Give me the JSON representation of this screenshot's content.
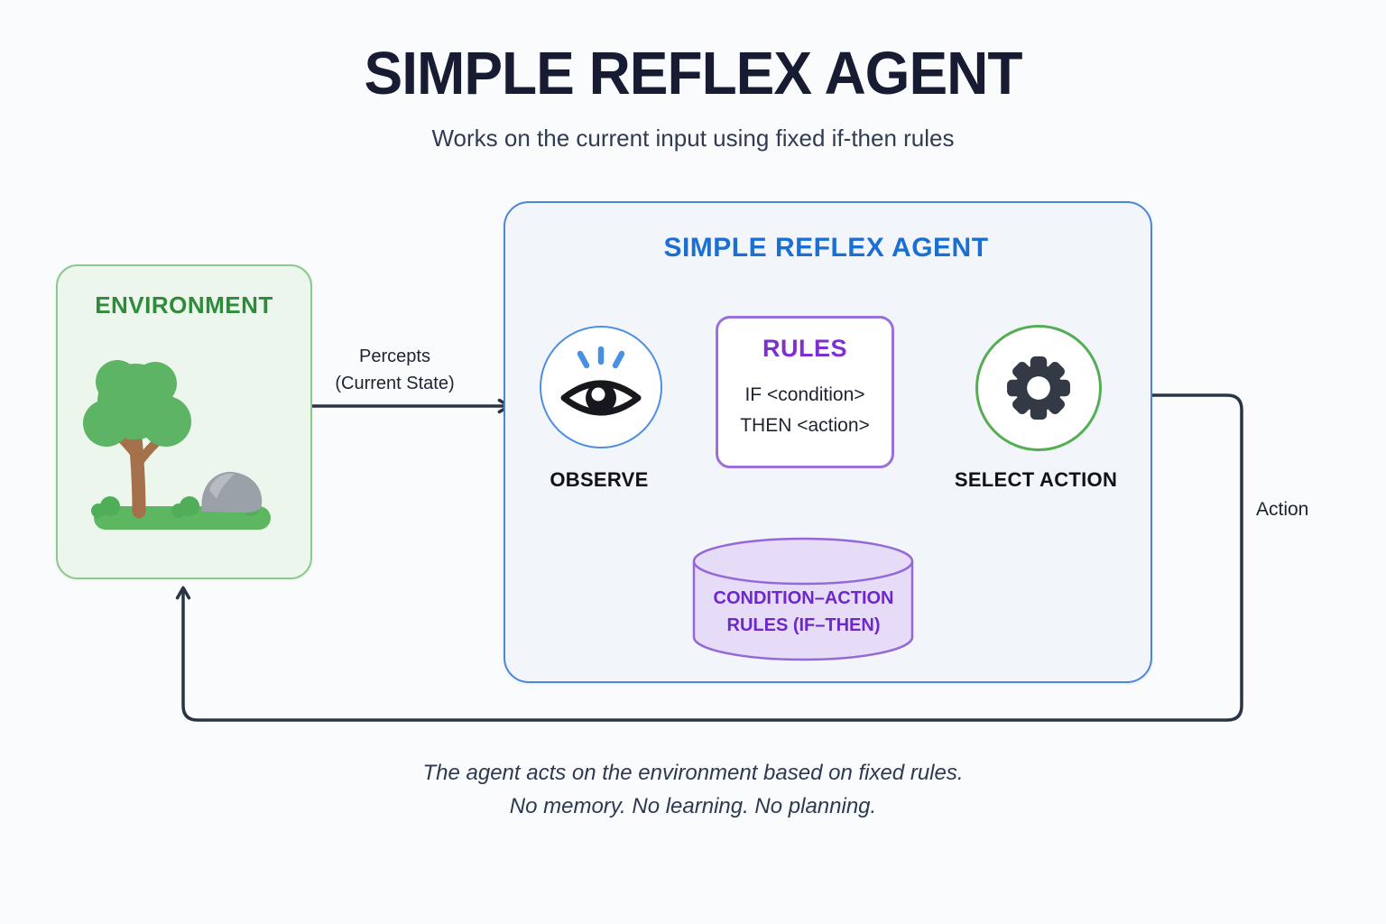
{
  "header": {
    "title": "SIMPLE REFLEX AGENT",
    "subtitle": "Works on the current input using fixed if-then rules"
  },
  "environment": {
    "label": "ENVIRONMENT",
    "illustration": "tree-rock-grass-icon"
  },
  "percepts": {
    "line1": "Percepts",
    "line2": "(Current State)"
  },
  "agent": {
    "title": "SIMPLE REFLEX AGENT",
    "observe": {
      "label": "OBSERVE",
      "icon": "eye-icon"
    },
    "rules": {
      "title": "RULES",
      "line1": "IF <condition>",
      "line2": "THEN <action>"
    },
    "select_action": {
      "label": "SELECT ACTION",
      "icon": "gear-icon"
    },
    "rules_store": {
      "icon": "database-cylinder-icon",
      "line1": "CONDITION–ACTION",
      "line2": "RULES (IF–THEN)"
    }
  },
  "action_label": "Action",
  "footer": {
    "line1": "The agent acts on the environment based on fixed rules.",
    "line2": "No memory. No learning. No planning."
  },
  "colors": {
    "title_text": "#171c33",
    "env_fill": "#edf6ed",
    "env_border": "#8cc98c",
    "env_text": "#2e8b3a",
    "agent_fill": "#f2f5fa",
    "agent_border": "#4c86d8",
    "agent_text": "#1b6fd2",
    "observe_ring": "#4f8fe0",
    "rules_border": "#9b6fdc",
    "rules_text": "#7d2fd0",
    "gear_ring": "#56ad56",
    "cylinder_fill": "#e6dcf8",
    "cylinder_border": "#9468d8",
    "cylinder_text": "#6d28c9",
    "arrow": "#2b3442",
    "dashed_connector": "#8b5cf6"
  }
}
